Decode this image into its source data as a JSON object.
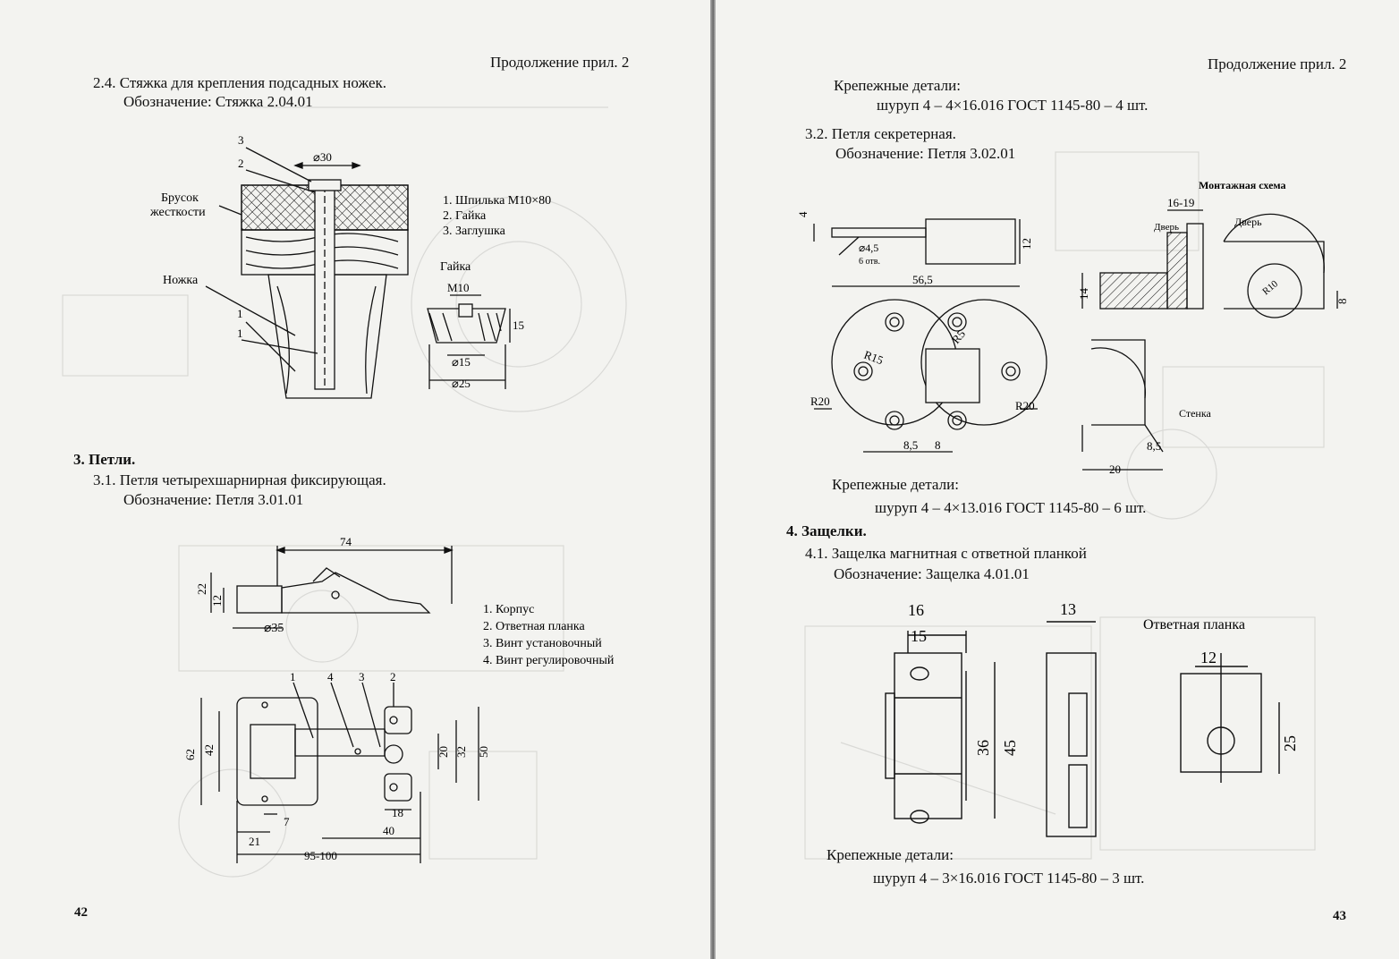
{
  "left_page": {
    "header": "Продолжение прил. 2",
    "sec_2_4_title": "2.4. Стяжка для крепления подсадных ножек.",
    "sec_2_4_designation": "Обозначение: Стяжка 2.04.01",
    "fig1": {
      "callouts": [
        "3",
        "2",
        "1",
        "1"
      ],
      "phi30": "⌀30",
      "brusok_line1": "Брусок",
      "brusok_line2": "жесткости",
      "nozhka": "Ножка",
      "parts": [
        "1. Шпилька М10×80",
        "2. Гайка",
        "3. Заглушка"
      ],
      "nut_title": "Гайка",
      "m10": "M10",
      "h15": "15",
      "d15": "⌀15",
      "d25": "⌀25"
    },
    "sec_3_title": "3. Петли.",
    "sec_3_1_title": "3.1. Петля четырехшарнирная фиксирующая.",
    "sec_3_1_designation": "Обозначение: Петля 3.01.01",
    "fig2": {
      "d74": "74",
      "d22": "22",
      "d12": "12",
      "d35": "⌀35",
      "callouts": [
        "1",
        "4",
        "3",
        "2"
      ],
      "d62": "62",
      "d42": "42",
      "d20": "20",
      "d32": "32",
      "d50": "50",
      "d7": "7",
      "d18": "18",
      "d21": "21",
      "d40": "40",
      "d95": "95-100",
      "parts": [
        "1. Корпус",
        "2. Ответная планка",
        "3. Винт установочный",
        "4. Винт регулировочный"
      ]
    },
    "page_number": "42"
  },
  "right_page": {
    "header": "Продолжение прил. 2",
    "fasteners_1_label": "Крепежные детали:",
    "fasteners_1_value": "шуруп 4 – 4×16.016 ГОСТ 1145-80 – 4 шт.",
    "sec_3_2_title": "3.2. Петля секретерная.",
    "sec_3_2_designation": "Обозначение: Петля 3.02.01",
    "fig3": {
      "mount_title": "Монтажная схема",
      "d1619": "16-19",
      "door1": "Дверь",
      "door2": "Дверь",
      "d4": "4",
      "holes": "⌀4,5",
      "holes_count": "6 отв.",
      "d12": "12",
      "d565": "56,5",
      "d14": "14",
      "r10": "R10",
      "d8r": "8",
      "r15": "R15",
      "r5": "R5",
      "r20a": "R20",
      "r20b": "R20",
      "d85a": "8,5",
      "d8b": "8",
      "stenka": "Стенка",
      "d85b": "8,5",
      "d20": "20"
    },
    "fasteners_2_label": "Крепежные детали:",
    "fasteners_2_value": "шуруп 4 – 4×13.016 ГОСТ 1145-80 – 6 шт.",
    "sec_4_title": "4. Защелки.",
    "sec_4_1_title": "4.1. Защелка магнитная с ответной планкой",
    "sec_4_1_designation": "Обозначение: Защелка 4.01.01",
    "fig4": {
      "d16": "16",
      "d15": "15",
      "d13": "13",
      "plate": "Ответная планка",
      "d12": "12",
      "d36": "36",
      "d45": "45",
      "d25": "25"
    },
    "fasteners_3_label": "Крепежные детали:",
    "fasteners_3_value": "шуруп 4 – 3×16.016 ГОСТ 1145-80 – 3 шт.",
    "page_number": "43"
  }
}
